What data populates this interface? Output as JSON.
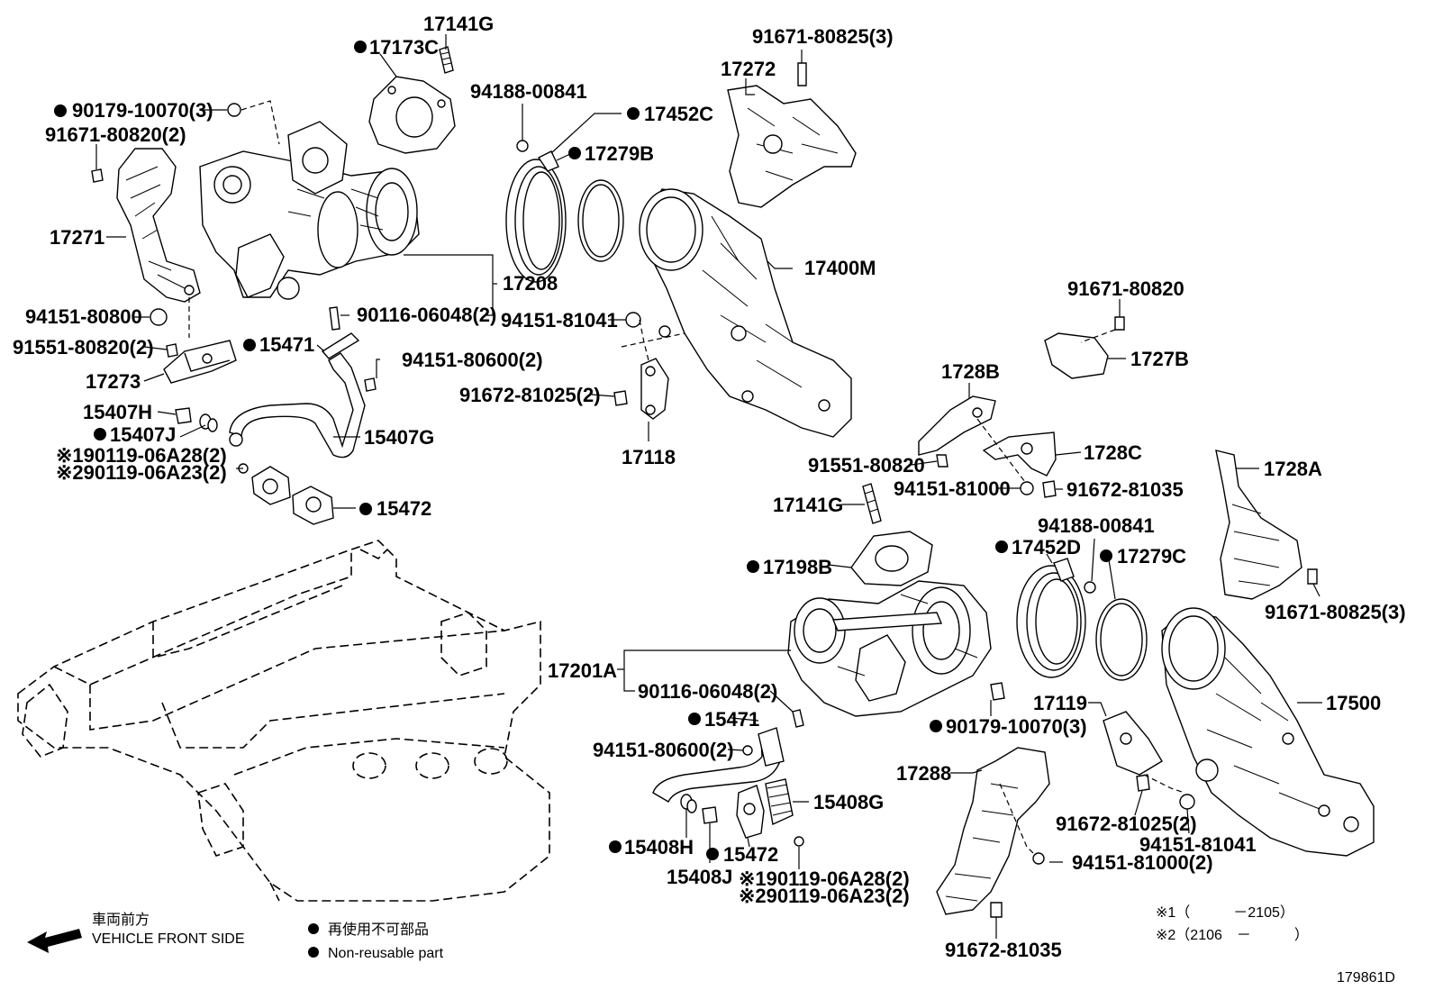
{
  "callouts": {
    "c17141G_top": "17141G",
    "c17173C": "17173C",
    "c90179_10070_3": "90179-10070(3)",
    "c91671_80820_2": "91671-80820(2)",
    "c17271": "17271",
    "c94151_80800": "94151-80800",
    "c91551_80820_2": "91551-80820(2)",
    "c17273": "17273",
    "c15471_top": "15471",
    "c90116_06048_2_top": "90116-06048(2)",
    "c17208": "17208",
    "c94151_80600_2_top": "94151-80600(2)",
    "c15407H": "15407H",
    "c15407J": "15407J",
    "c15407G": "15407G",
    "c190119_06A28_top": "※190119-06A28(2)",
    "c290119_06A23_top": "※290119-06A23(2)",
    "c15472_top": "15472",
    "c94188_00841_top": "94188-00841",
    "c17452C": "17452C",
    "c17279B": "17279B",
    "c94151_81041_top": "94151-81041",
    "c91672_81025_2_top": "91672-81025(2)",
    "c17118": "17118",
    "c91671_80825_3_top": "91671-80825(3)",
    "c17272": "17272",
    "c17400M": "17400M",
    "c91671_80820": "91671-80820",
    "c1727B": "1727B",
    "c1728B": "1728B",
    "c1728C": "1728C",
    "c91551_80820": "91551-80820",
    "c94151_81000": "94151-81000",
    "c91672_81035_mid": "91672-81035",
    "c1728A": "1728A",
    "c17141G_mid": "17141G",
    "c94188_00841_mid": "94188-00841",
    "c17452D": "17452D",
    "c17279C": "17279C",
    "c17198B": "17198B",
    "c91671_80825_3_right": "91671-80825(3)",
    "c17201A": "17201A",
    "c90116_06048_2_bot": "90116-06048(2)",
    "c15471_bot": "15471",
    "c94151_80600_2_bot": "94151-80600(2)",
    "c90179_10070_3_bot": "90179-10070(3)",
    "c17119": "17119",
    "c17500": "17500",
    "c17288": "17288",
    "c15408G": "15408G",
    "c15408H": "15408H",
    "c15472_bot": "15472",
    "c15408J": "15408J",
    "c190119_06A28_bot": "※190119-06A28(2)",
    "c290119_06A23_bot": "※290119-06A23(2)",
    "c91672_81025_2_bot": "91672-81025(2)",
    "c94151_81041_bot": "94151-81041",
    "c94151_81000_2": "94151-81000(2)",
    "c91672_81035_bot": "91672-81035"
  },
  "legend": {
    "vehicle_front_jp": "車両前方",
    "vehicle_front_en": "VEHICLE FRONT SIDE",
    "nonreusable_jp": "再使用不可部品",
    "nonreusable_en": "Non-reusable part"
  },
  "notes": {
    "note1": "※1（　　　－2105）",
    "note2": "※2（2106　－　　　）"
  },
  "figure_id": "179861D"
}
